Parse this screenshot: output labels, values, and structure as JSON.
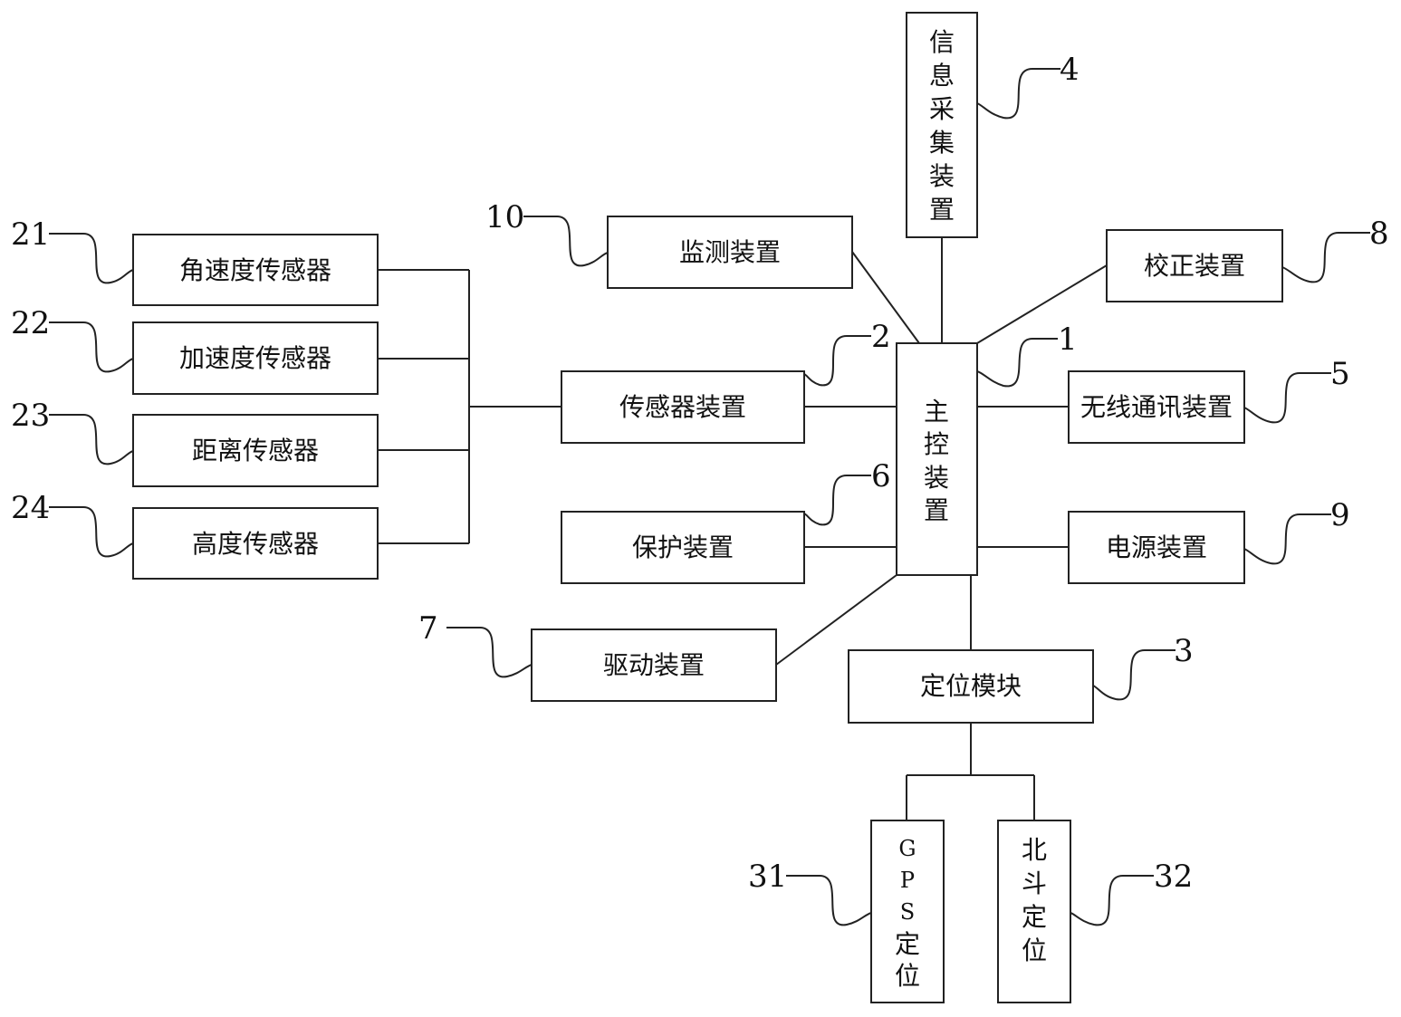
{
  "blocks": {
    "main_control": {
      "ref": "1",
      "label_lines": [
        "主",
        "控",
        "装",
        "置"
      ]
    },
    "sensor_device": {
      "ref": "2",
      "label": "传感器装置"
    },
    "positioning_module": {
      "ref": "3",
      "label": "定位模块"
    },
    "info_collection": {
      "ref": "4",
      "label_lines": [
        "信",
        "息",
        "采",
        "集",
        "装",
        "置"
      ]
    },
    "wireless_comm": {
      "ref": "5",
      "label": "无线通讯装置"
    },
    "protection": {
      "ref": "6",
      "label": "保护装置"
    },
    "drive": {
      "ref": "7",
      "label": "驱动装置"
    },
    "calibration": {
      "ref": "8",
      "label": "校正装置"
    },
    "power": {
      "ref": "9",
      "label": "电源装置"
    },
    "monitoring": {
      "ref": "10",
      "label": "监测装置"
    },
    "angular_velocity_sensor": {
      "ref": "21",
      "label": "角速度传感器"
    },
    "acceleration_sensor": {
      "ref": "22",
      "label": "加速度传感器"
    },
    "distance_sensor": {
      "ref": "23",
      "label": "距离传感器"
    },
    "height_sensor": {
      "ref": "24",
      "label": "高度传感器"
    },
    "gps_positioning": {
      "ref": "31",
      "label_lines": [
        "G",
        "P",
        "S",
        "定",
        "位"
      ]
    },
    "beidou_positioning": {
      "ref": "32",
      "label_lines": [
        "北",
        "斗",
        "定",
        "位"
      ]
    }
  }
}
